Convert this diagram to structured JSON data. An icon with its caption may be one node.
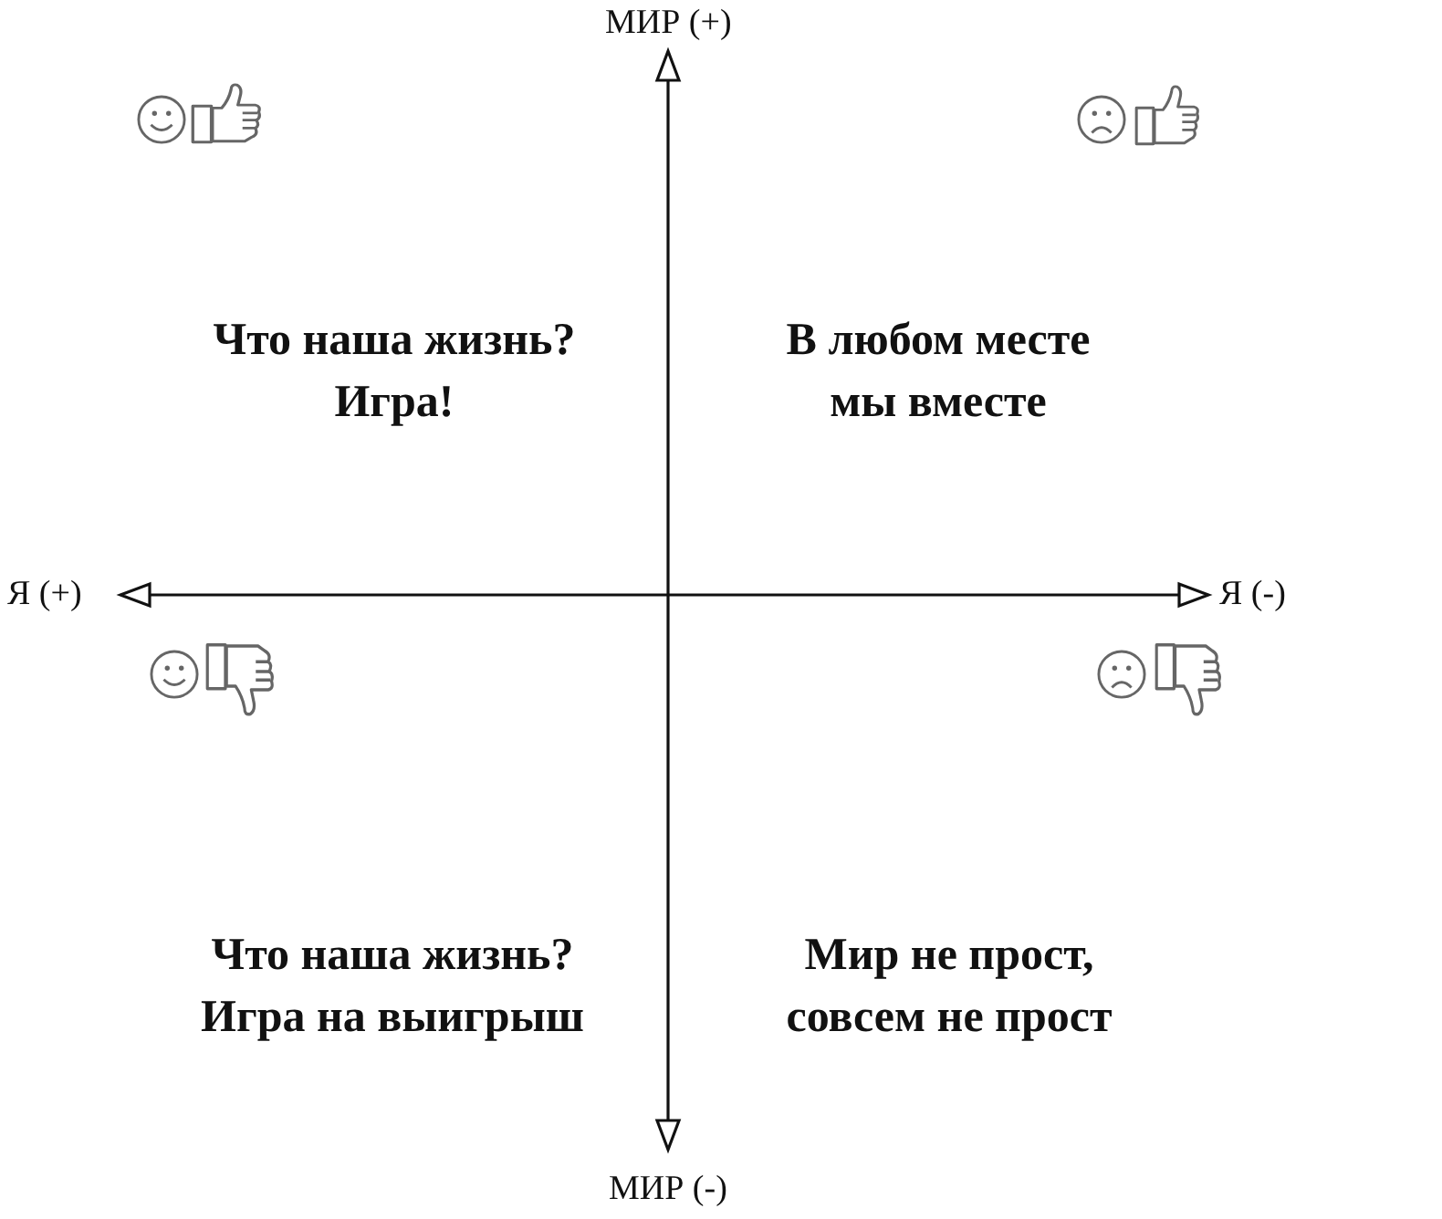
{
  "diagram": {
    "labels": [
      "МИР (+)",
      "Что наша жизнь? Игра!",
      "В любом месте мы вместе",
      "Я (+)",
      "Я (-)",
      "Что наша жизнь? Игра на выигрыш",
      "Мир не прост, совсем не прост",
      "МИР (-)"
    ]
  }
}
